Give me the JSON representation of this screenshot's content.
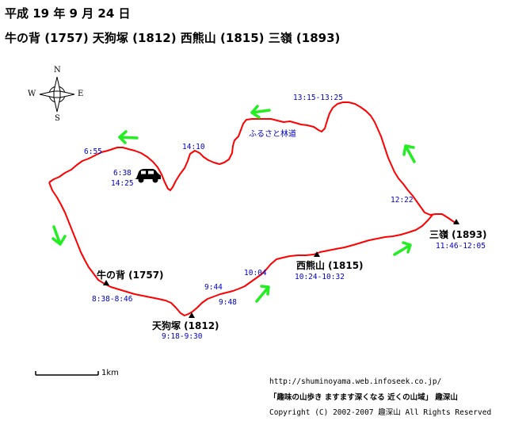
{
  "header": {
    "date": "平成 19 年 9 月 24 日",
    "title": "牛の背 (1757) 天狗塚 (1812) 西熊山 (1815) 三嶺 (1893)"
  },
  "compass": {
    "n": "N",
    "s": "S",
    "e": "E",
    "w": "W"
  },
  "peaks": [
    {
      "name": "牛の背 (1757)",
      "time": "8:38-8:46"
    },
    {
      "name": "天狗塚 (1812)",
      "time": "9:18-9:30"
    },
    {
      "name": "西熊山 (1815)",
      "time": "10:24-10:32"
    },
    {
      "name": "三嶺 (1893)",
      "time": "11:46-12:05"
    }
  ],
  "waypoints": {
    "start": "6:38",
    "end": "14:25",
    "t655": "6:55",
    "t944": "9:44",
    "t948": "9:48",
    "t1004": "10:04",
    "t1222": "12:22",
    "t1315": "13:15-13:25",
    "t1410": "14:10"
  },
  "road_label": "ふるさと林道",
  "scale": {
    "label": "1km"
  },
  "footer": {
    "url": "http://shuminoyama.web.infoseek.co.jp/",
    "slogan": "「趣味の山歩き ますます深くなる  近くの山域」  趣深山",
    "copyright": "Copyright (C) 2002-2007 趣深山 All Rights Reserved"
  },
  "colors": {
    "route": "#ff0000",
    "arrow": "#22ee22",
    "times": "#0000cc",
    "text": "#000000"
  }
}
